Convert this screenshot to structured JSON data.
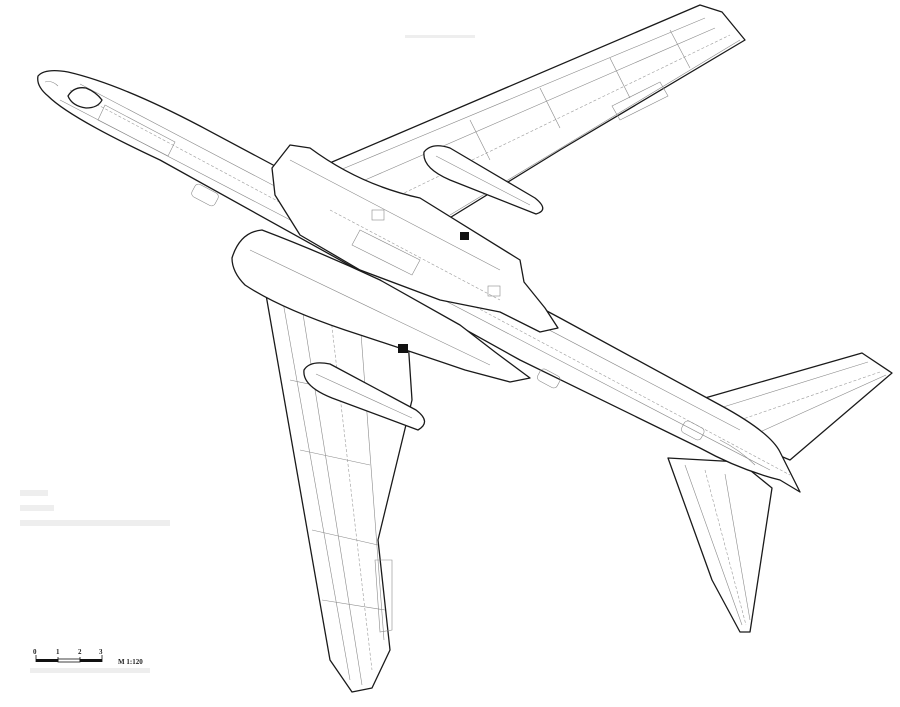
{
  "scale_bar": {
    "ticks": [
      "0",
      "1",
      "2",
      "3"
    ],
    "label": "M 1:120"
  }
}
